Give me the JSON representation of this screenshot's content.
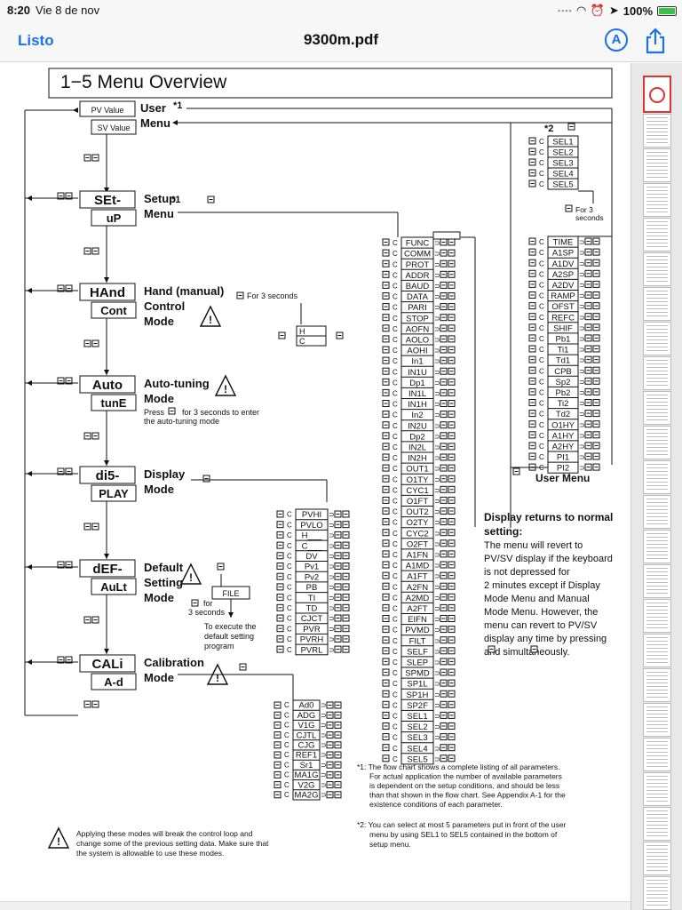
{
  "status": {
    "time": "8:20",
    "date": "Vie 8 de nov",
    "battery": "100%",
    "battery_level": 1.0
  },
  "nav": {
    "done": "Listo",
    "title": "9300m.pdf",
    "markup_glyph": "A"
  },
  "doc": {
    "heading": "1−5  Menu Overview",
    "user_menu": {
      "pv": "PV Value",
      "sv": "SV Value",
      "label1": "User",
      "label2": "Menu",
      "note": "*1",
      "note2": "*2"
    },
    "main_modes": [
      {
        "disp_top": "SEt-",
        "disp_bot": "uP",
        "label": [
          "Setup",
          "Menu"
        ],
        "star": "*1"
      },
      {
        "disp_top": "HAnd",
        "disp_bot": "Cont",
        "label": [
          "Hand (manual)",
          "Control",
          "Mode"
        ],
        "extra": "For 3 seconds"
      },
      {
        "disp_top": "Auto",
        "disp_bot": "tunE",
        "label": [
          "Auto-tuning",
          "Mode"
        ],
        "extra": [
          "Press",
          "for  3 seconds to  enter",
          "the  auto-tuning mode"
        ]
      },
      {
        "disp_top": "di5-",
        "disp_bot": "PLAY",
        "label": [
          "Display",
          "Mode"
        ]
      },
      {
        "disp_top": "dEF-",
        "disp_bot": "AuLt",
        "label": [
          "Default",
          "Setting",
          "Mode"
        ],
        "extra": [
          "for",
          "3 seconds"
        ]
      },
      {
        "disp_top": "CALi",
        "disp_bot": "A-d",
        "label": [
          "Calibration",
          "Mode"
        ]
      }
    ],
    "hand_params": [
      "H___",
      "C___"
    ],
    "file_box": "FILE",
    "default_note": [
      "To execute the",
      "default setting",
      "program"
    ],
    "setup_params": [
      "FUNC",
      "COMM",
      "PROT",
      "ADDR",
      "BAUD",
      "DATA",
      "PARI",
      "STOP",
      "AOFN",
      "AOLO",
      "AOHI",
      "In1",
      "IN1U",
      "Dp1",
      "IN1L",
      "IN1H",
      "In2",
      "IN2U",
      "Dp2",
      "IN2L",
      "IN2H",
      "OUT1",
      "O1TY",
      "CYC1",
      "O1FT",
      "OUT2",
      "O2TY",
      "CYC2",
      "O2FT",
      "A1FN",
      "A1MD",
      "A1FT",
      "A2FN",
      "A2MD",
      "A2FT",
      "EIFN",
      "PVMD",
      "FILT",
      "SELF",
      "SLEP",
      "SPMD",
      "SP1L",
      "SP1H",
      "SP2F",
      "SEL1",
      "SEL2",
      "SEL3",
      "SEL4",
      "SEL5"
    ],
    "user_sel": [
      "SEL1",
      "SEL2",
      "SEL3",
      "SEL4",
      "SEL5"
    ],
    "user_params": [
      "TIME",
      "A1SP",
      "A1DV",
      "A2SP",
      "A2DV",
      "RAMP",
      "OFST",
      "REFC",
      "SHIF",
      "Pb1",
      "Ti1",
      "Td1",
      "CPB",
      "Sp2",
      "Pb2",
      "Ti2",
      "Td2",
      "O1HY",
      "A1HY",
      "A2HY",
      "PI1",
      "PI2"
    ],
    "for3": [
      "For 3",
      "seconds"
    ],
    "user_menu_label": "User Menu",
    "display_params": [
      "PVHI",
      "PVLO",
      "H___",
      "C___",
      "DV",
      "Pv1",
      "Pv2",
      "PB",
      "TI",
      "TD",
      "CJCT",
      "PVR",
      "PVRH",
      "PVRL"
    ],
    "calib_params": [
      "Ad0",
      "ADG",
      "V1G",
      "CJTL",
      "CJG",
      "REF1",
      "Sr1",
      "MA1G",
      "V2G",
      "MA2G"
    ],
    "display_returns": {
      "head": [
        "Display returns to normal",
        "setting:"
      ],
      "body": [
        "The menu will revert to",
        "PV/SV display if the keyboard",
        "is not depressed for",
        "2 minutes except if Display",
        "Mode Menu and Manual",
        "Mode Menu. However, the",
        "menu can revert to PV/SV",
        "display any time by pressing",
        "and     simultaneously."
      ]
    },
    "footnote1": [
      "*1: The flow chart shows a complete listing of all parameters.",
      "For actual application the number of available parameters",
      "is dependent on the setup conditions, and should be less",
      "than that shown in the flow chart. See Appendix A-1 for the",
      "existence conditions of each parameter."
    ],
    "footnote2": [
      "*2: You can select at most 5 parameters put in front of the user",
      "menu by using SEL1 to SEL5 contained in the bottom of",
      "setup menu."
    ],
    "warning": [
      "Applying these modes will break the control loop and",
      "change some of the previous setting data. Make sure that",
      "the system is allowable to use these modes."
    ]
  }
}
